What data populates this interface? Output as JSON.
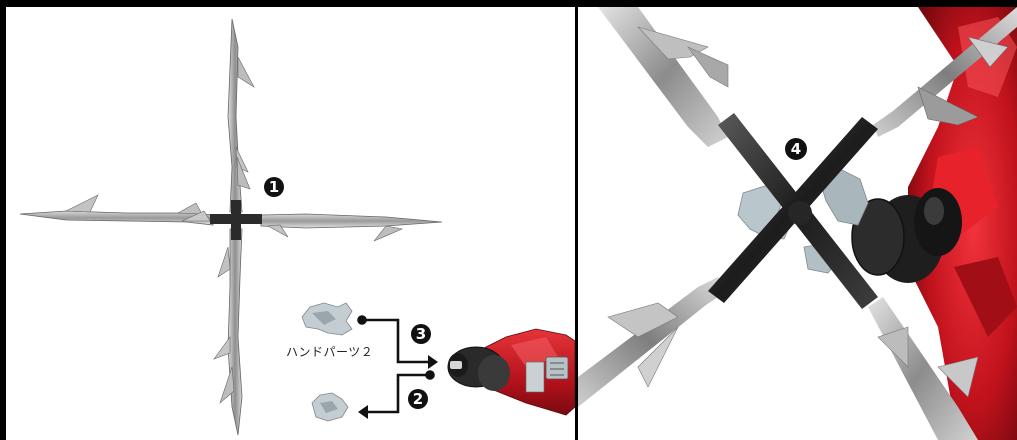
{
  "left_panel": {
    "steps": [
      {
        "number": "1"
      },
      {
        "number": "3"
      },
      {
        "number": "2"
      }
    ],
    "parts_label": "ハンドパーツ２"
  },
  "right_panel": {
    "steps": [
      {
        "number": "4"
      }
    ]
  }
}
